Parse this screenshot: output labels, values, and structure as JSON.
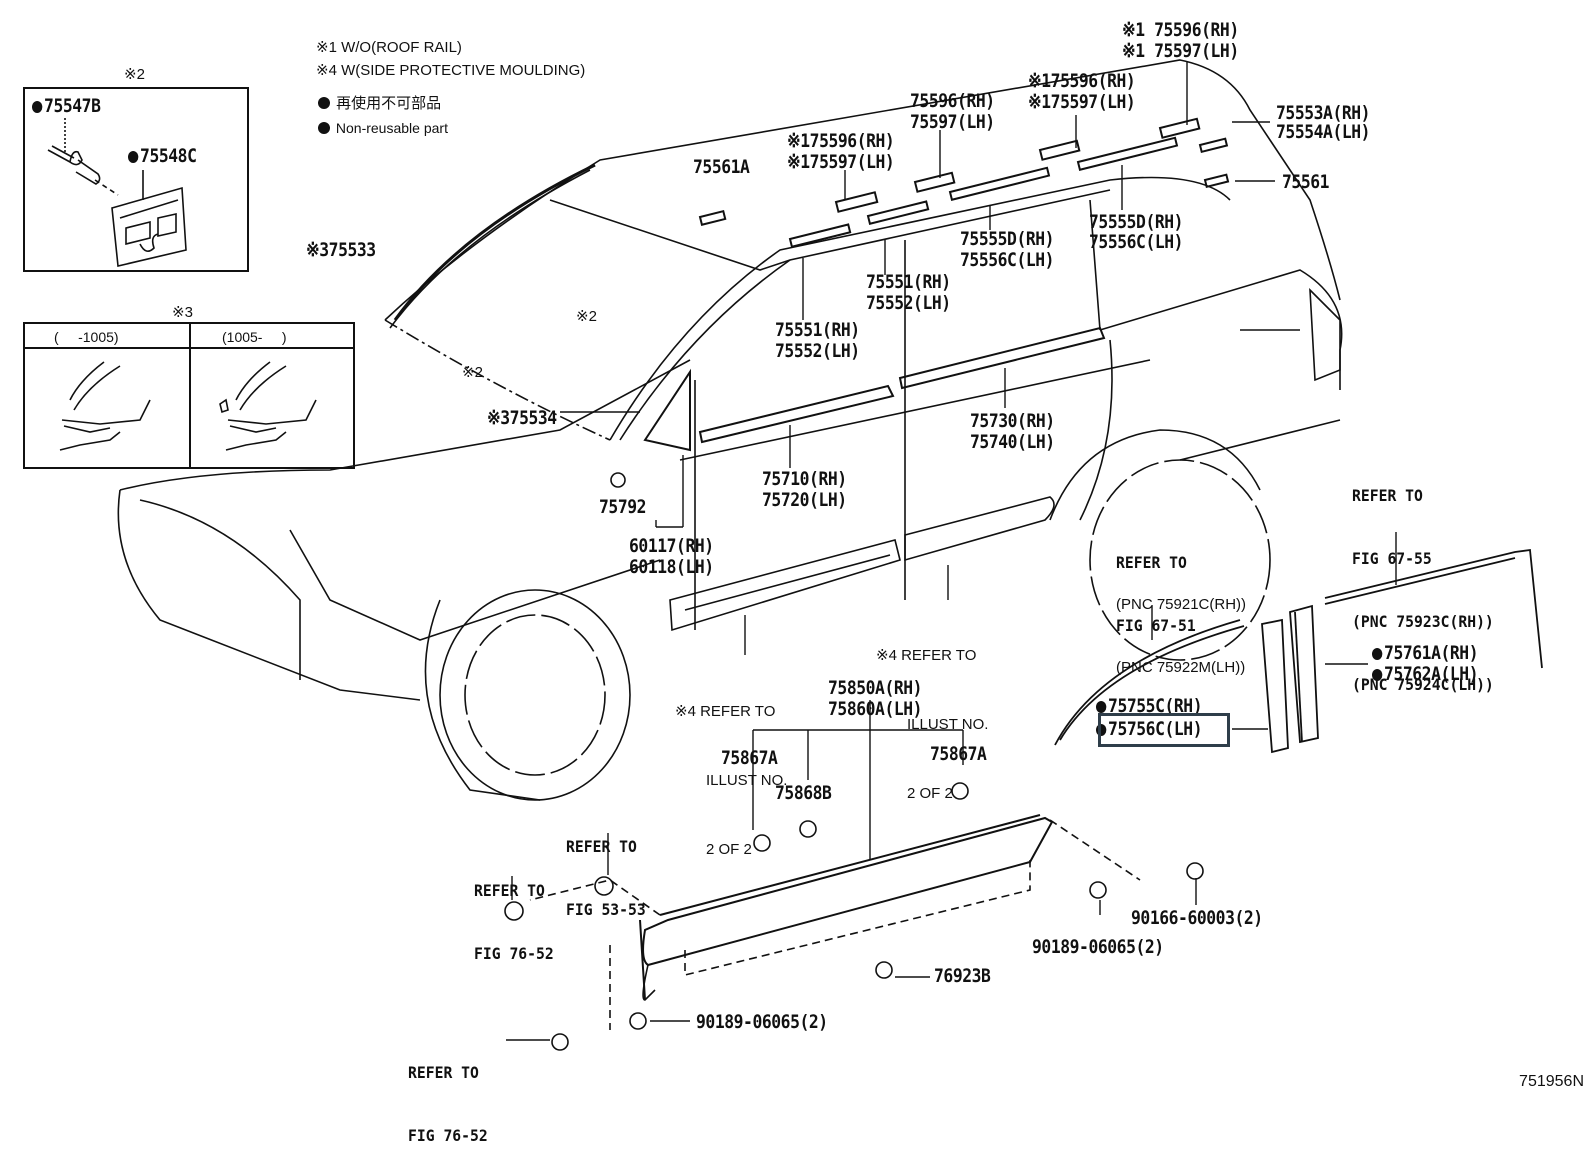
{
  "notes": {
    "n1": "※1 W/O(ROOF RAIL)",
    "n4": "※4 W(SIDE PROTECTIVE MOULDING)",
    "legend_jp": "再使用不可部品",
    "legend_en": "Non-reusable part"
  },
  "inset_clip": {
    "mark": "※2",
    "part_a": "75547B",
    "part_b": "75548C"
  },
  "inset_variants": {
    "mark": "※3",
    "col1": "(     -1005)",
    "col2": "(1005-     )"
  },
  "labels": {
    "p75533": "※375533",
    "p75534": "※375534",
    "mark2a": "※2",
    "mark2b": "※2",
    "p75561A": "75561A",
    "p75596_a": "※175596(RH)",
    "p75597_a": "※175597(LH)",
    "p75596_b": "75596(RH)",
    "p75597_b": "75597(LH)",
    "p75596_c": "※175596(RH)",
    "p75597_c": "※175597(LH)",
    "p75596_d": "※1 75596(RH)",
    "p75597_d": "※1 75597(LH)",
    "p75553A": "75553A(RH)",
    "p75554A": "75554A(LH)",
    "p75561": "75561",
    "p75555D_a": "75555D(RH)",
    "p75556C_a": "75556C(LH)",
    "p75555D_b": "75555D(RH)",
    "p75556C_b": "75556C(LH)",
    "p75551_a": "75551(RH)",
    "p75552_a": "75552(LH)",
    "p75551_b": "75551(RH)",
    "p75552_b": "75552(LH)",
    "p75710": "75710(RH)",
    "p75720": "75720(LH)",
    "p75730": "75730(RH)",
    "p75740": "75740(LH)",
    "p75792": "75792",
    "p60117": "60117(RH)",
    "p60118": "60118(LH)",
    "p75850A": "75850A(RH)",
    "p75860A": "75860A(LH)",
    "p75867A_a": "75867A",
    "p75867A_b": "75867A",
    "p75868B": "75868B",
    "p76923B": "76923B",
    "p90189_a": "90189-06065(2)",
    "p90189_b": "90189-06065(2)",
    "p90166": "90166-60003(2)",
    "p75761A": "75761A(RH)",
    "p75762A": "75762A(LH)",
    "p75755C": "75755C(RH)",
    "p75756C": "75756C(LH)"
  },
  "refs": {
    "ref_67_55": [
      "REFER TO",
      "FIG 67-55",
      "(PNC 75923C(RH))",
      "(PNC 75924C(LH))"
    ],
    "ref_67_51": [
      "REFER TO",
      "FIG 67-51"
    ],
    "ref_67_51_pnc": [
      "(PNC 75921C(RH))",
      "(PNC 75922M(LH))"
    ],
    "ref_53_53": [
      "REFER TO",
      "FIG 53-53"
    ],
    "ref_76_52_a": [
      "REFER TO",
      "FIG 76-52"
    ],
    "ref_76_52_b": [
      "REFER TO",
      "FIG 76-52"
    ],
    "illust_a": [
      "※4 REFER TO",
      "ILLUST NO.",
      "2 OF 2"
    ],
    "illust_b": [
      "※4 REFER TO",
      "ILLUST NO.",
      "2 OF 2"
    ]
  },
  "highlight": {
    "part": "75756C(LH)",
    "color": "#2f3e4a"
  },
  "figure_id": "751956N"
}
